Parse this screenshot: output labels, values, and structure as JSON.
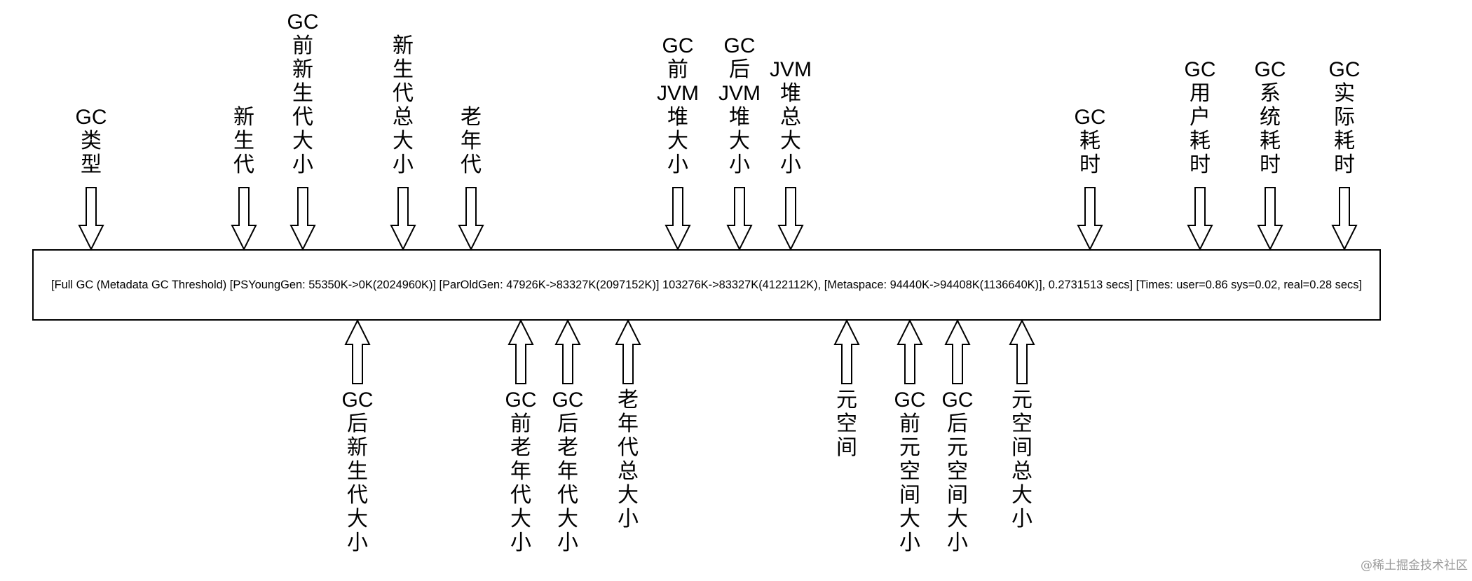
{
  "log_text": "[Full GC (Metadata GC Threshold) [PSYoungGen: 55350K->0K(2024960K)] [ParOldGen: 47926K->83327K(2097152K)] 103276K->83327K(4122112K), [Metaspace: 94440K->94408K(1136640K)], 0.2731513 secs] [Times: user=0.86 sys=0.02, real=0.28 secs]",
  "top_labels": [
    {
      "id": "gc-type",
      "lines": [
        "GC",
        "类",
        "型"
      ]
    },
    {
      "id": "young-gen",
      "lines": [
        "新",
        "生",
        "代"
      ]
    },
    {
      "id": "young-before",
      "lines": [
        "GC",
        "前",
        "新",
        "生",
        "代",
        "大",
        "小"
      ]
    },
    {
      "id": "young-total",
      "lines": [
        "新",
        "生",
        "代",
        "总",
        "大",
        "小"
      ]
    },
    {
      "id": "old-gen",
      "lines": [
        "老",
        "年",
        "代"
      ]
    },
    {
      "id": "heap-before",
      "lines": [
        "GC",
        "前",
        "JVM",
        "堆",
        "大",
        "小"
      ]
    },
    {
      "id": "heap-after",
      "lines": [
        "GC",
        "后",
        "JVM",
        "堆",
        "大",
        "小"
      ]
    },
    {
      "id": "heap-total",
      "lines": [
        "JVM",
        "堆",
        "总",
        "大",
        "小"
      ]
    },
    {
      "id": "gc-time",
      "lines": [
        "GC",
        "耗",
        "时"
      ]
    },
    {
      "id": "user-time",
      "lines": [
        "GC",
        "用",
        "户",
        "耗",
        "时"
      ]
    },
    {
      "id": "sys-time",
      "lines": [
        "GC",
        "系",
        "统",
        "耗",
        "时"
      ]
    },
    {
      "id": "real-time",
      "lines": [
        "GC",
        "实",
        "际",
        "耗",
        "时"
      ]
    }
  ],
  "bottom_labels": [
    {
      "id": "young-after",
      "lines": [
        "GC",
        "后",
        "新",
        "生",
        "代",
        "大",
        "小"
      ]
    },
    {
      "id": "old-before",
      "lines": [
        "GC",
        "前",
        "老",
        "年",
        "代",
        "大",
        "小"
      ]
    },
    {
      "id": "old-after",
      "lines": [
        "GC",
        "后",
        "老",
        "年",
        "代",
        "大",
        "小"
      ]
    },
    {
      "id": "old-total",
      "lines": [
        "老",
        "年",
        "代",
        "总",
        "大",
        "小"
      ]
    },
    {
      "id": "metaspace",
      "lines": [
        "元",
        "空",
        "间"
      ]
    },
    {
      "id": "meta-before",
      "lines": [
        "GC",
        "前",
        "元",
        "空",
        "间",
        "大",
        "小"
      ]
    },
    {
      "id": "meta-after",
      "lines": [
        "GC",
        "后",
        "元",
        "空",
        "间",
        "大",
        "小"
      ]
    },
    {
      "id": "meta-total",
      "lines": [
        "元",
        "空",
        "间",
        "总",
        "大",
        "小"
      ]
    }
  ],
  "watermark": "@稀土掘金技术社区"
}
